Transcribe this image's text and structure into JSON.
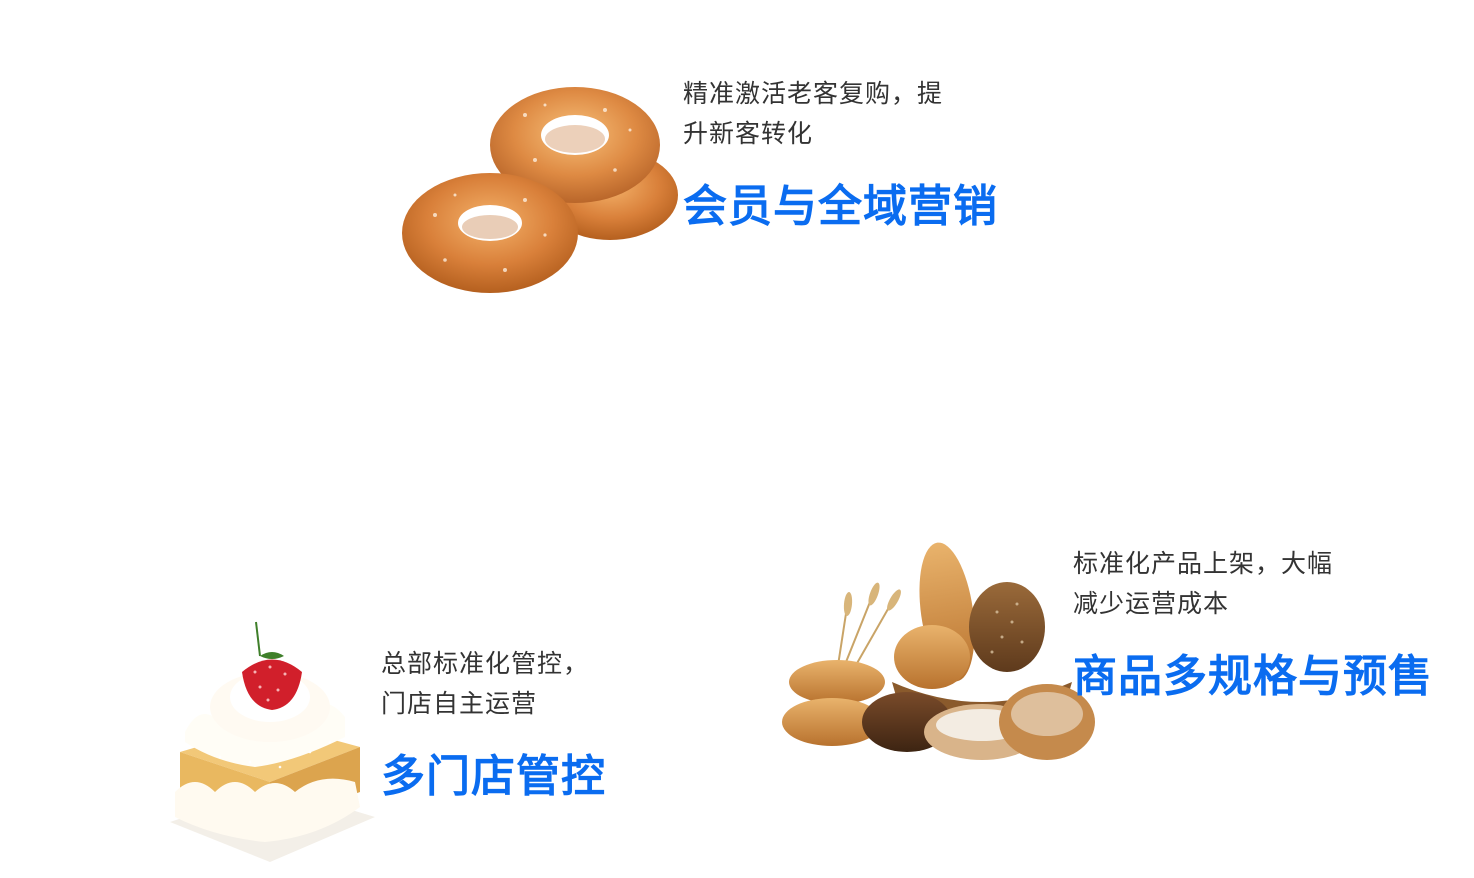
{
  "theme": {
    "accent": "#0a6cf0",
    "text": "#333333",
    "background": "#ffffff"
  },
  "features": [
    {
      "illustration": "donuts-image",
      "description_lines": [
        "精准激活老客复购，提",
        "升新客转化"
      ],
      "title": "会员与全域营销"
    },
    {
      "illustration": "cream-cake-strawberry-image",
      "description_lines": [
        "总部标准化管控，",
        "门店自主运营"
      ],
      "title": "多门店管控"
    },
    {
      "illustration": "bread-basket-image",
      "description_lines": [
        "标准化产品上架，大幅",
        "减少运营成本"
      ],
      "title": "商品多规格与预售"
    }
  ]
}
